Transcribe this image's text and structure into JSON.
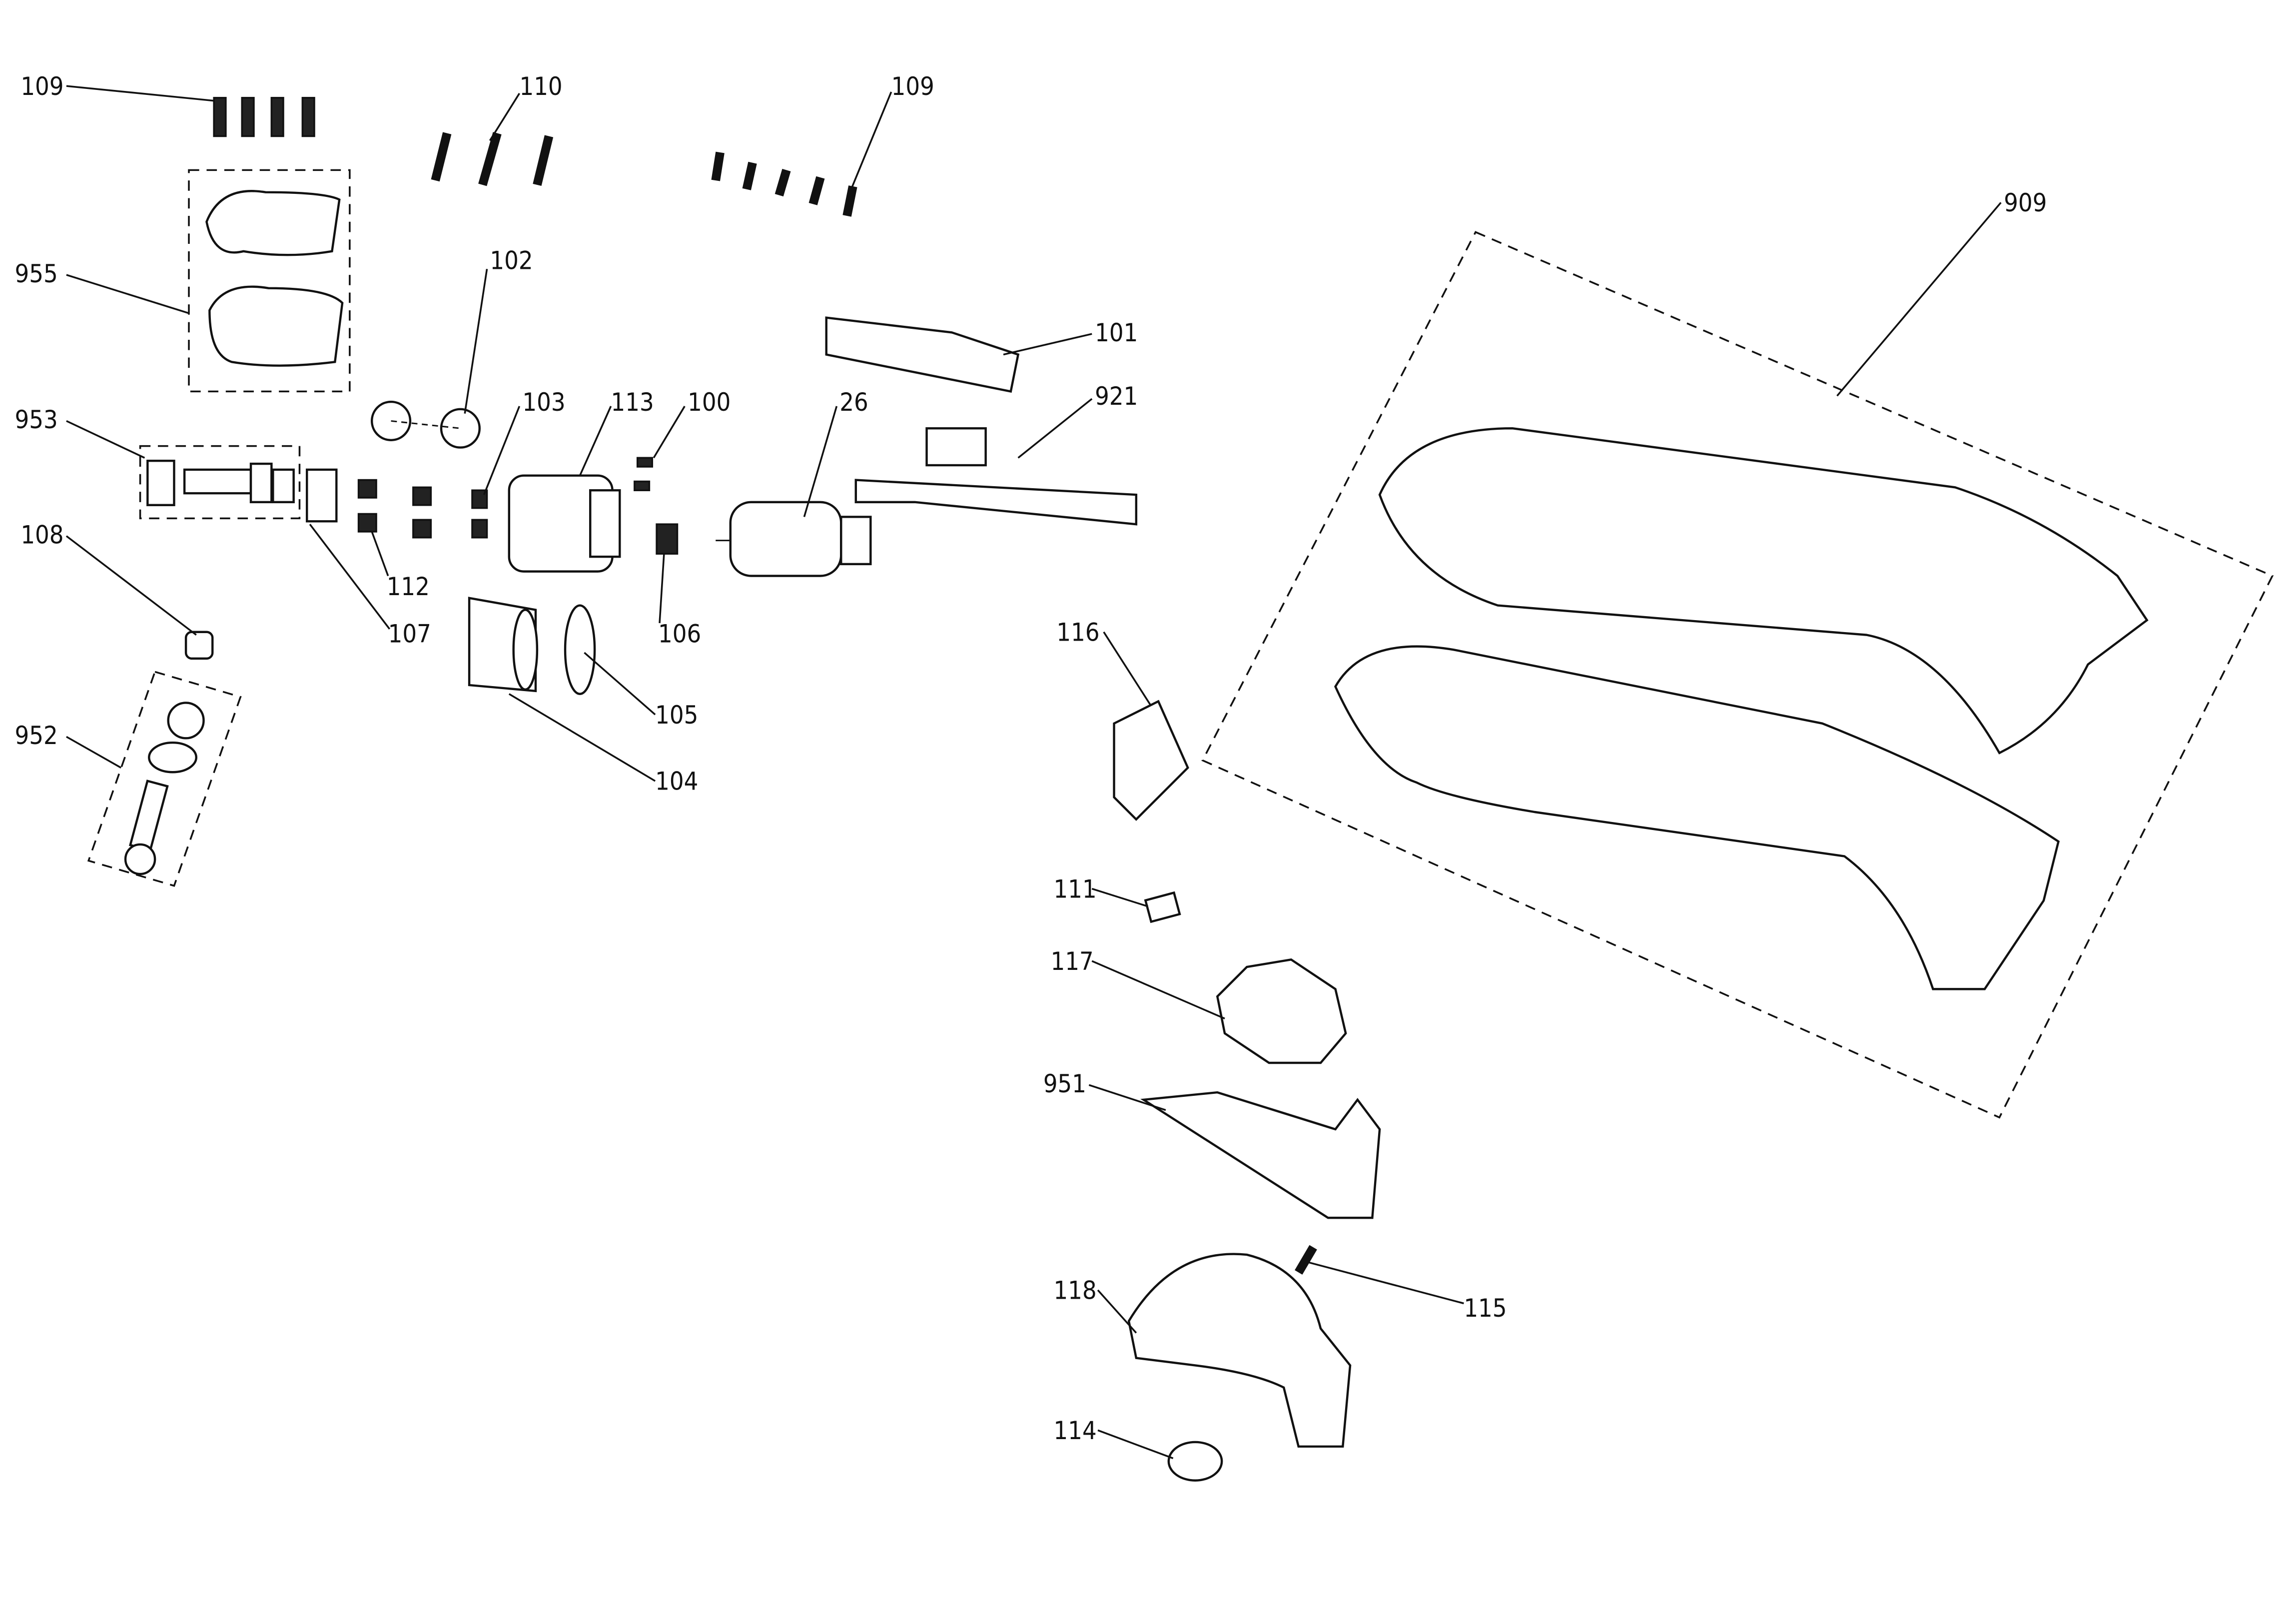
{
  "title": "Exploded parts diagram",
  "labels": {
    "p109a": "109",
    "p110": "110",
    "p109b": "109",
    "p955": "955",
    "p102": "102",
    "p953": "953",
    "p103": "103",
    "p113": "113",
    "p100": "100",
    "p26": "26",
    "p101": "101",
    "p921": "921",
    "p909": "909",
    "p108": "108",
    "p112": "112",
    "p107": "107",
    "p106": "106",
    "p116": "116",
    "p105": "105",
    "p952": "952",
    "p104": "104",
    "p111": "111",
    "p117": "117",
    "p951": "951",
    "p115": "115",
    "p118": "118",
    "p114": "114"
  }
}
